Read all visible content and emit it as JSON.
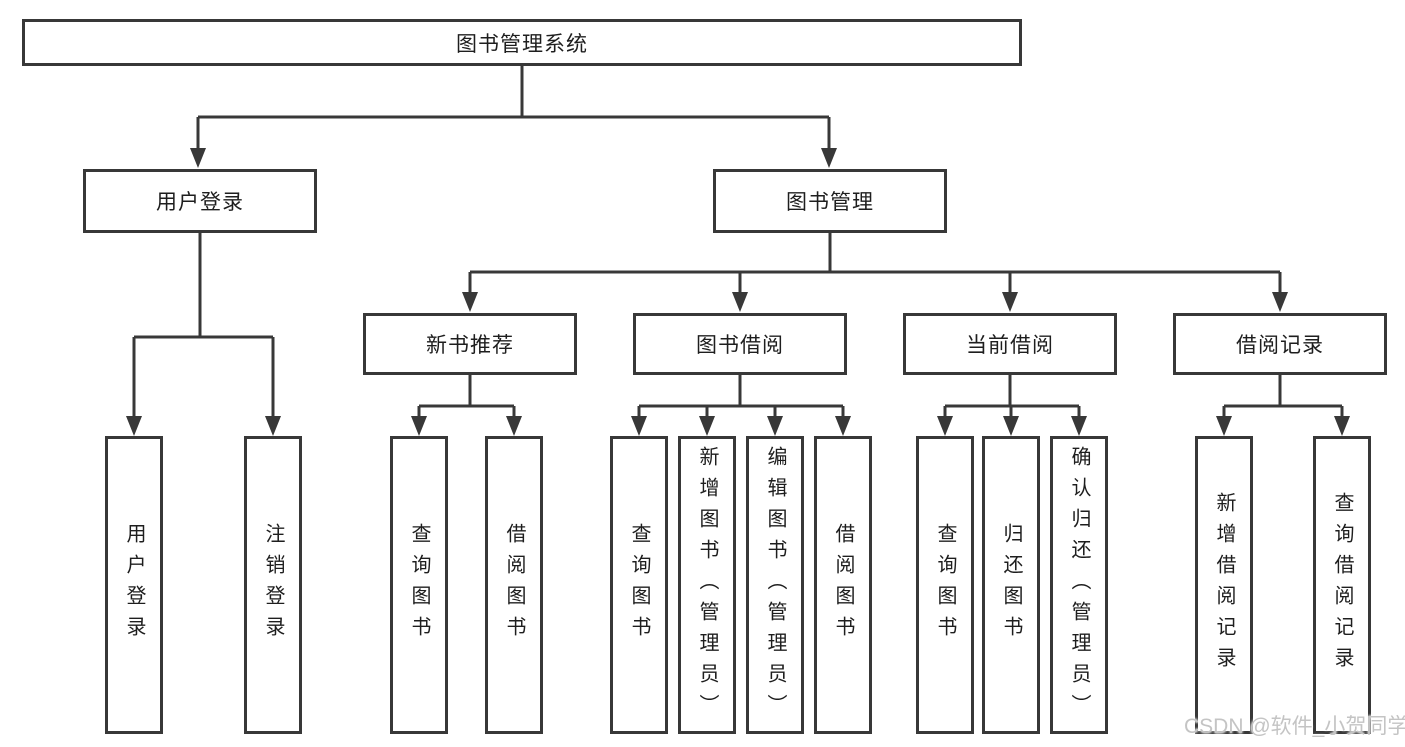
{
  "title_node": "图书管理系统",
  "nodes": {
    "user_login": "用户登录",
    "book_management": "图书管理",
    "new_book_recommend": "新书推荐",
    "book_borrowing": "图书借阅",
    "current_borrowing": "当前借阅",
    "borrowing_records": "借阅记录"
  },
  "leaves": {
    "user_login": [
      "用户登录",
      "注销登录"
    ],
    "new_book_recommend": [
      "查询图书",
      "借阅图书"
    ],
    "book_borrowing": [
      "查询图书",
      "新增图书（管理员）",
      "编辑图书（管理员）",
      "借阅图书"
    ],
    "current_borrowing": [
      "查询图书",
      "归还图书",
      "确认归还（管理员）"
    ],
    "borrowing_records": [
      "新增借阅记录",
      "查询借阅记录"
    ]
  },
  "watermark": "CSDN @软件_小贺同学",
  "colors": {
    "line": "#383838",
    "text": "#1e1e1e",
    "background": "#ffffff",
    "watermark": "#c4c4c4"
  }
}
